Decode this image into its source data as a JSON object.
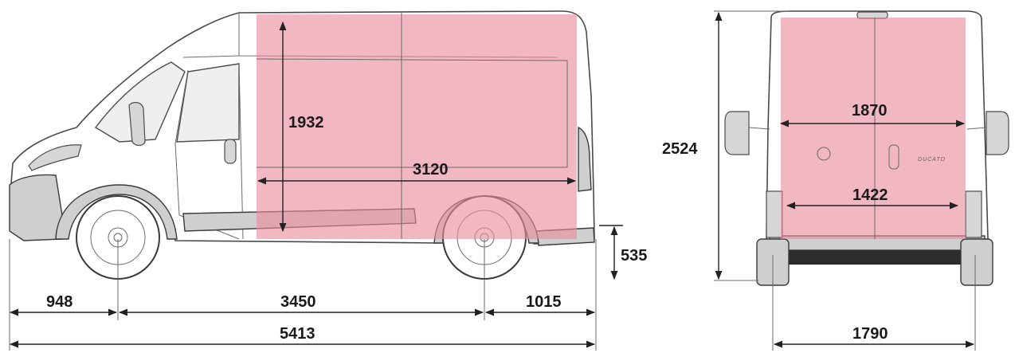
{
  "side_view": {
    "cargo_height": "1932",
    "cargo_length": "3120",
    "rear_floor_height": "535",
    "front_overhang": "948",
    "wheelbase": "3450",
    "rear_overhang": "1015",
    "overall_length": "5413"
  },
  "rear_view": {
    "overall_height": "2524",
    "cargo_width_max": "1870",
    "cargo_width_between_arches": "1422",
    "overall_width": "1790",
    "badge_text": "DUCATO"
  },
  "colors": {
    "cargo_area": "#e98a9d",
    "outline": "#4a4a4a",
    "dimension_line": "#222222"
  }
}
